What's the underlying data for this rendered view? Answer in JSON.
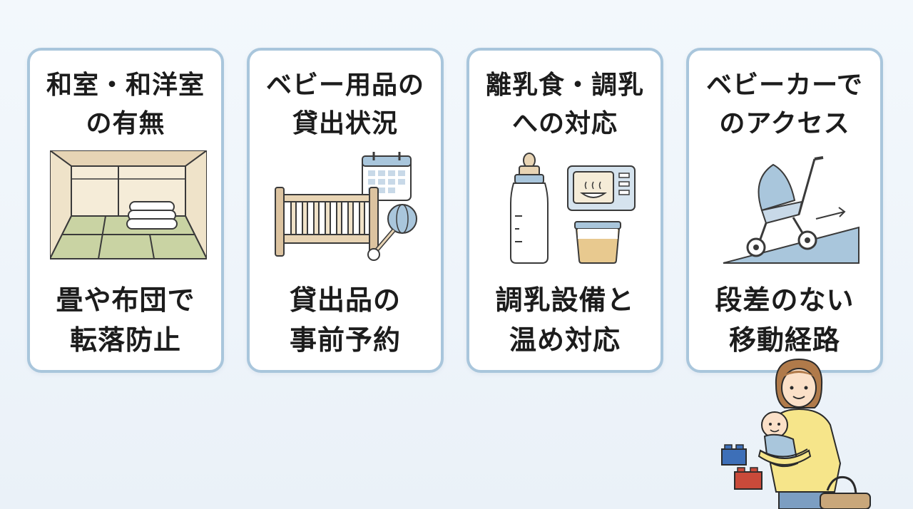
{
  "cards": [
    {
      "title": "和室・和洋室\nの有無",
      "caption": "畳や布団で\n転落防止",
      "icon": "tatami-room-futon-icon"
    },
    {
      "title": "ベビー用品の\n貸出状況",
      "caption": "貸出品の\n事前予約",
      "icon": "crib-calendar-rattle-icon"
    },
    {
      "title": "離乳食・調乳\nへの対応",
      "caption": "調乳設備と\n温め対応",
      "icon": "bottle-microwave-container-icon"
    },
    {
      "title": "ベビーカーで\nのアクセス",
      "caption": "段差のない\n移動経路",
      "icon": "stroller-ramp-icon"
    }
  ],
  "colors": {
    "card_border": "#a9c6dc",
    "background": "#eef4fa"
  }
}
